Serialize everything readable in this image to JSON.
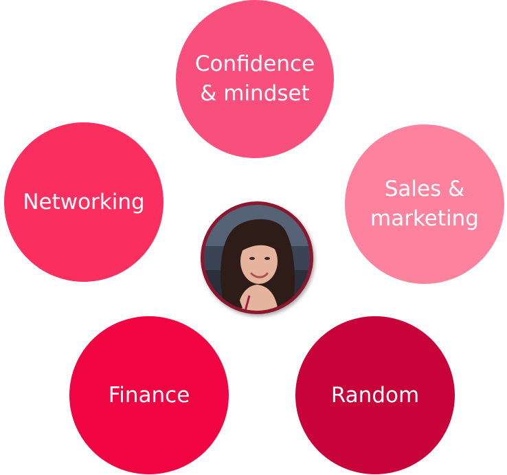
{
  "topics": [
    {
      "id": "confidence",
      "label": "Confidence\n& mindset",
      "color": "#f94f7d"
    },
    {
      "id": "sales",
      "label": "Sales &\nmarketing",
      "color": "#fd829d"
    },
    {
      "id": "networking",
      "label": "Networking",
      "color": "#fb2f5f"
    },
    {
      "id": "finance",
      "label": "Finance",
      "color": "#f00441"
    },
    {
      "id": "random",
      "label": "Random",
      "color": "#c8033a"
    }
  ],
  "portrait": {
    "ring_color": "#8e1730",
    "hair_color": "#2e1c18",
    "skin_color": "#e6b39c",
    "background_color": "#3a4455"
  }
}
